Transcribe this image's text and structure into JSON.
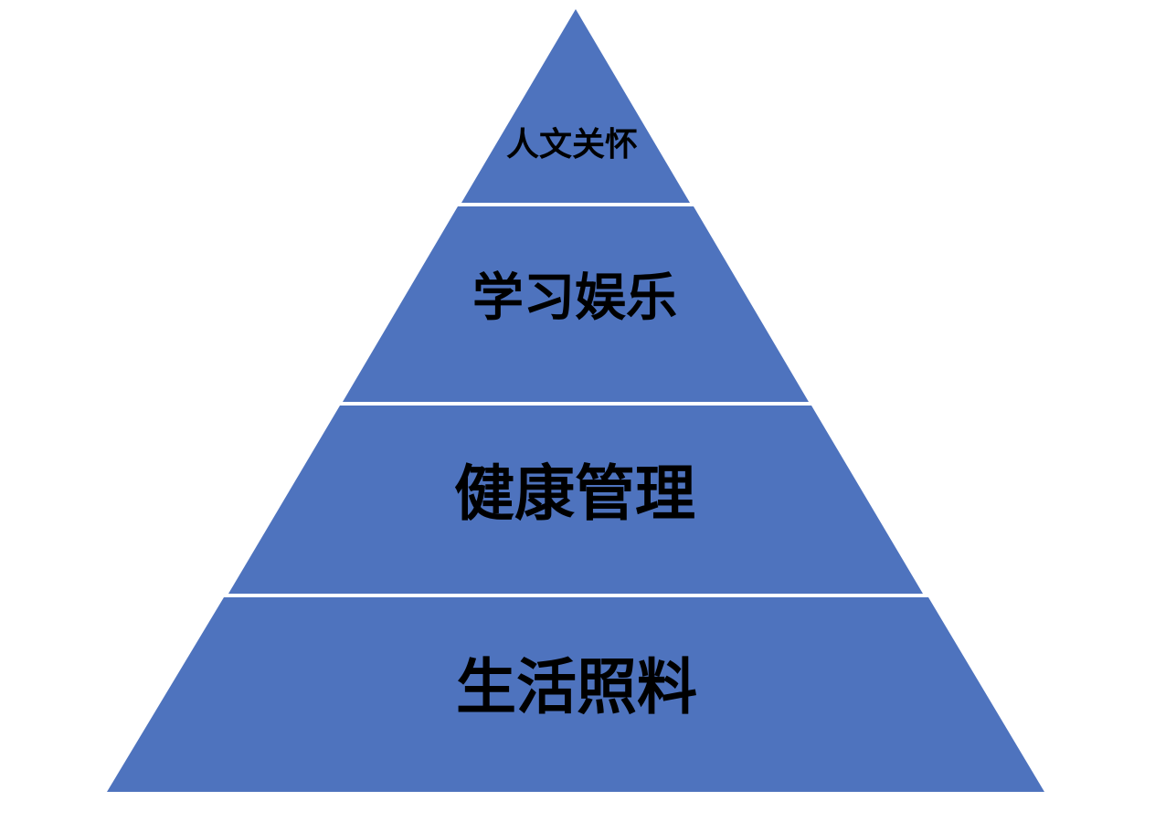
{
  "diagram": {
    "type": "pyramid",
    "fill_color": "#4E73BE",
    "separator_color": "#FFFFFF",
    "text_color": "#000000",
    "levels": [
      {
        "label": "人文关怀"
      },
      {
        "label": "学习娱乐"
      },
      {
        "label": "健康管理"
      },
      {
        "label": "生活照料"
      }
    ]
  }
}
